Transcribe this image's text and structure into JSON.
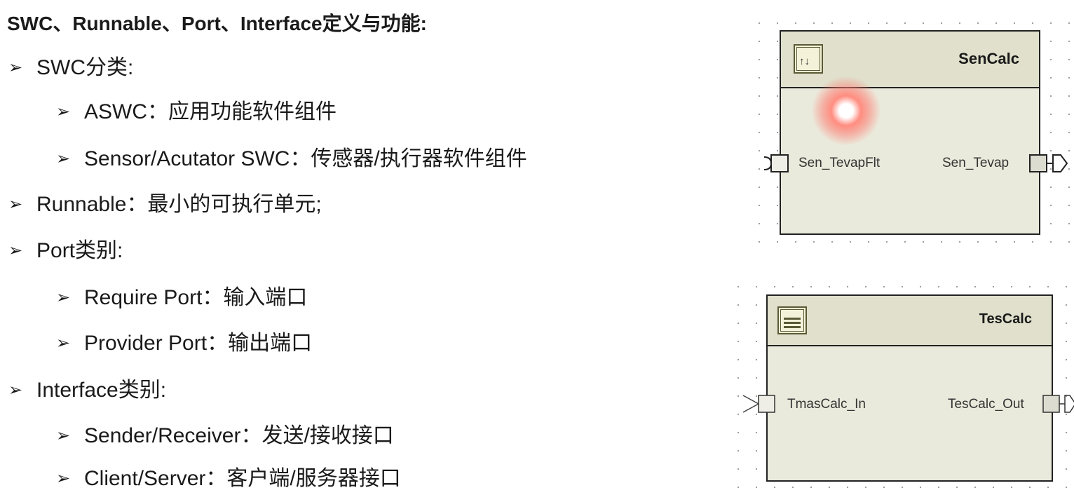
{
  "title": "SWC、Runnable、Port、Interface定义与功能:",
  "bullets": [
    {
      "level": 1,
      "text": "SWC分类:"
    },
    {
      "level": 2,
      "text": "ASWC：应用功能软件组件"
    },
    {
      "level": 2,
      "text": "Sensor/Acutator SWC：传感器/执行器软件组件"
    },
    {
      "level": 1,
      "text": "Runnable：最小的可执行单元;"
    },
    {
      "level": 1,
      "text": "Port类别:"
    },
    {
      "level": 2,
      "text": "Require Port：输入端口"
    },
    {
      "level": 2,
      "text": "Provider Port：输出端口"
    },
    {
      "level": 1,
      "text": "Interface类别:"
    },
    {
      "level": 2,
      "text": "Sender/Receiver：发送/接收接口"
    },
    {
      "level": 2,
      "text": "Client/Server：客户端/服务器接口"
    }
  ],
  "bullet_glyph": "➢",
  "components": {
    "sencalc": {
      "name": "SenCalc",
      "icon": "client-server-component-icon",
      "in_port": "Sen_TevapFlt",
      "out_port": "Sen_Tevap"
    },
    "tescalc": {
      "name": "TesCalc",
      "icon": "application-component-icon",
      "in_port": "TmasCalc_In",
      "out_port": "TesCalc_Out"
    }
  },
  "colors": {
    "component_body": "#eaeadc",
    "component_header": "#e0e0cc",
    "pointer_glow": "#ff8d80"
  }
}
